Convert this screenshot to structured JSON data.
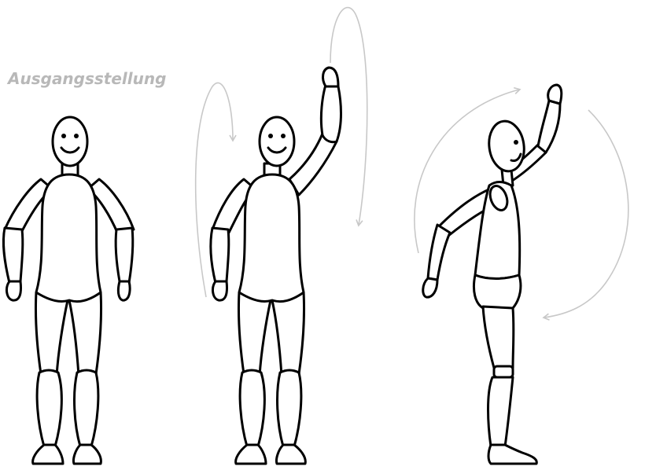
{
  "caption": {
    "text": "Ausgangsstellung"
  },
  "colors": {
    "caption": "#b8b8b8",
    "arrow": "#c8c8c8",
    "outline": "#000000"
  },
  "figures": [
    {
      "pose": "standing-arms-down"
    },
    {
      "pose": "standing-right-arm-raised"
    },
    {
      "pose": "side-view-arm-circling"
    }
  ]
}
